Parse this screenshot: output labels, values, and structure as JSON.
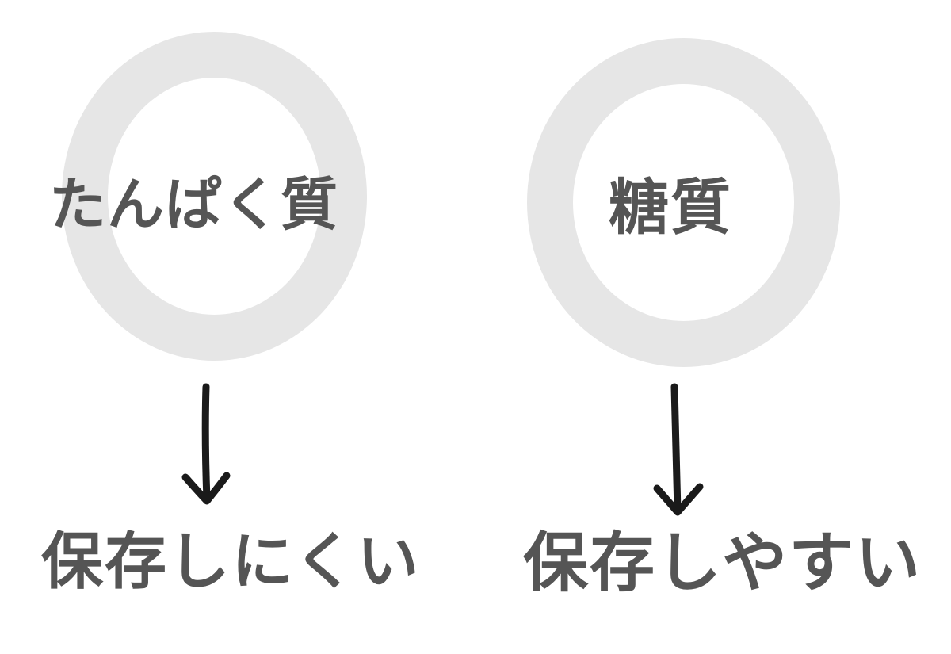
{
  "left_column": {
    "concept": "たんぱく質",
    "result": "保存しにくい"
  },
  "right_column": {
    "concept": "糖質",
    "result": "保存しやすい"
  },
  "colors": {
    "ring": "#e6e6e6",
    "text": "#555555",
    "arrow": "#1a1a1a"
  },
  "icons": {
    "arrow": "down-arrow-icon"
  }
}
